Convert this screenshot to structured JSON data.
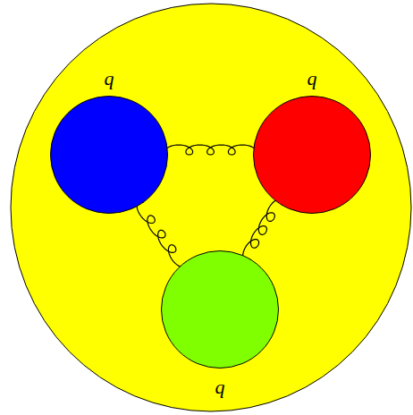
{
  "diagram": {
    "nodes": [
      {
        "text": [
          "q"
        ]
      },
      {
        "text": [
          "q"
        ]
      },
      {
        "text": [
          "q"
        ]
      }
    ],
    "edges": [
      {
        "from": 0,
        "to": 1,
        "arrow": "none"
      },
      {
        "from": 0,
        "to": 2,
        "arrow": "none"
      },
      {
        "from": 1,
        "to": 2,
        "arrow": "none"
      }
    ]
  }
}
